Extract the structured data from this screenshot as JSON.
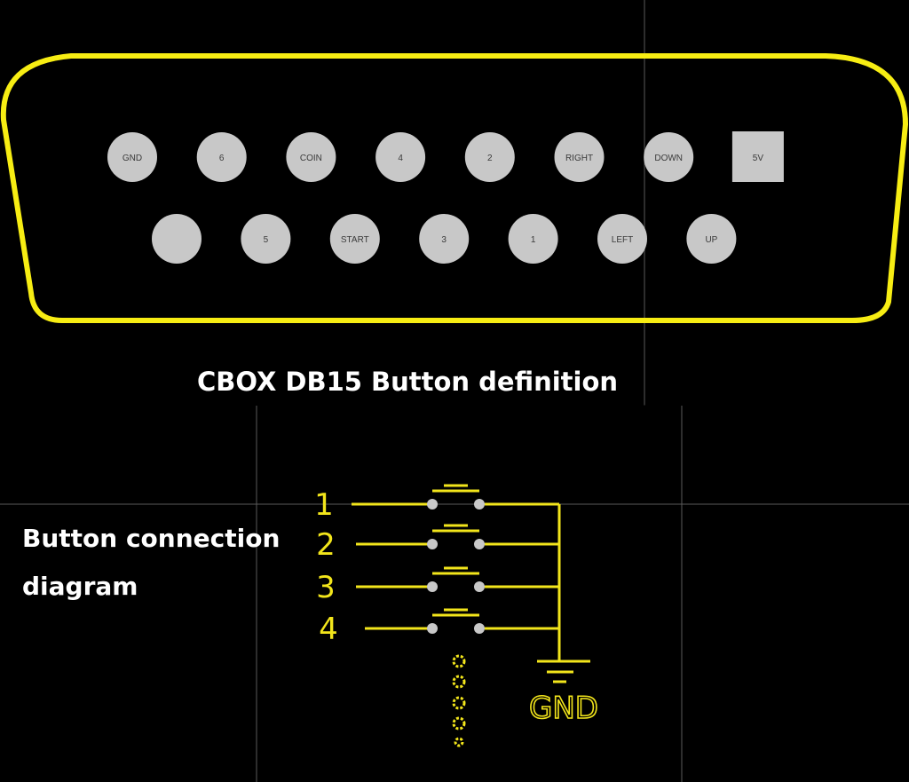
{
  "connector": {
    "title": "CBOX DB15 Button definition",
    "top_row": [
      "GND",
      "6",
      "COIN",
      "4",
      "2",
      "RIGHT",
      "DOWN",
      "5V"
    ],
    "bottom_row": [
      "",
      "5",
      "START",
      "3",
      "1",
      "LEFT",
      "UP"
    ],
    "outline_color": "#f7ed13",
    "pin_color": "#c8c8c8"
  },
  "wiring": {
    "title_line1": "Button connection",
    "title_line2": "diagram",
    "buttons": [
      "1",
      "2",
      "3",
      "4"
    ],
    "ground_label": "GND",
    "line_color": "#f2e51b"
  }
}
